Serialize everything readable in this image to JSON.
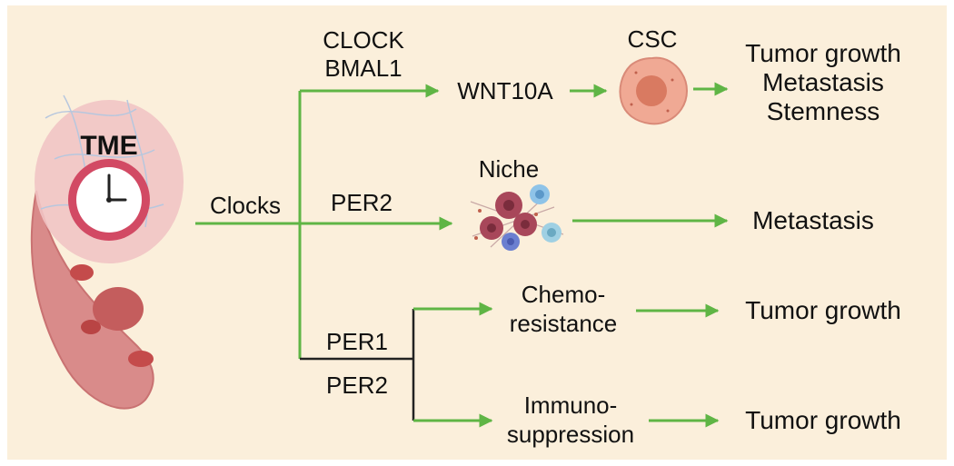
{
  "colors": {
    "background": "#fbefdb",
    "arrow": "#5fb545",
    "line": "#3a3a3a",
    "clock_rim": "#d24a64",
    "csc_cell": "#f0a994",
    "csc_nucleus": "#d97a61"
  },
  "tme": {
    "label": "TME",
    "icon": "clock-icon"
  },
  "root": {
    "label": "Clocks"
  },
  "branches": {
    "top": {
      "genes": [
        "CLOCK",
        "BMAL1"
      ],
      "target": "WNT10A",
      "cell_label": "CSC",
      "cell_icon": "stem-cell-icon",
      "outcomes": [
        "Tumor growth",
        "Metastasis",
        "Stemness"
      ]
    },
    "middle": {
      "gene": "PER2",
      "cell_label": "Niche",
      "cell_icon": "niche-cells-icon",
      "outcome": "Metastasis"
    },
    "bottom": {
      "genes": [
        "PER1",
        "PER2"
      ],
      "sub": [
        {
          "process": [
            "Chemo-",
            "resistance"
          ],
          "outcome": "Tumor growth"
        },
        {
          "process": [
            "Immuno-",
            "suppression"
          ],
          "outcome": "Tumor growth"
        }
      ]
    }
  }
}
